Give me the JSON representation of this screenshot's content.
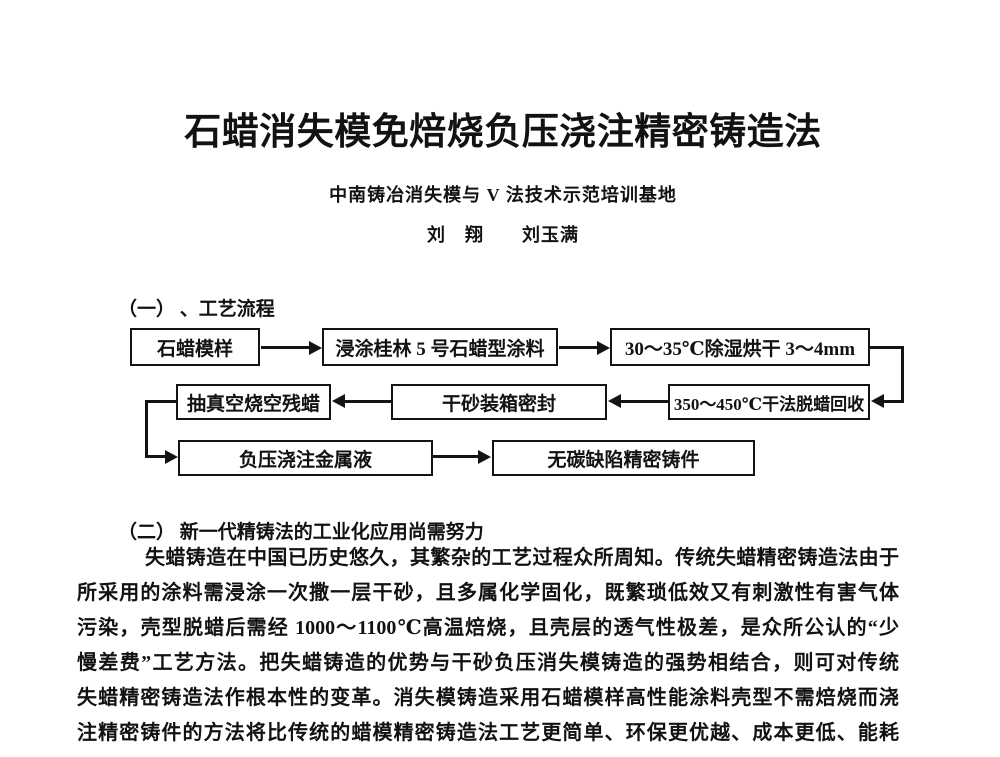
{
  "document": {
    "title": "石蜡消失模免焙烧负压浇注精密铸造法",
    "subtitle": "中南铸冶消失模与 V 法技术示范培训基地",
    "authors": "刘　翔　　刘玉满"
  },
  "section1": {
    "heading": "（一） 、工艺流程",
    "flow": {
      "box1": "石蜡模样",
      "box2": "浸涂桂林 5 号石蜡型涂料",
      "box3": "30～35℃除湿烘干 3～4mm",
      "box4": "抽真空烧空残蜡",
      "box5": "干砂装箱密封",
      "box6": "350～450℃干法脱蜡回收",
      "box7": "负压浇注金属液",
      "box8": "无碳缺陷精密铸件"
    }
  },
  "section2": {
    "heading": "（二） 新一代精铸法的工业化应用尚需努力",
    "lines": [
      "失蜡铸造在中国已历史悠久，其繁杂的工艺过程众所周知。传统失蜡精密铸造法由于",
      "所采用的涂料需浸涂一次撒一层干砂，且多属化学固化，既繁琐低效又有刺激性有害气体",
      "污染，壳型脱蜡后需经 1000～1100℃高温焙烧，且壳层的透气性极差，是众所公认的“少",
      "慢差费”工艺方法。把失蜡铸造的优势与干砂负压消失模铸造的强势相结合，则可对传统",
      "失蜡精密铸造法作根本性的变革。消失模铸造采用石蜡模样高性能涂料壳型不需焙烧而浇",
      "注精密铸件的方法将比传统的蜡模精密铸造法工艺更简单、环保更优越、成本更低、能耗"
    ]
  },
  "colors": {
    "ink": "#141414",
    "paper": "#ffffff"
  }
}
